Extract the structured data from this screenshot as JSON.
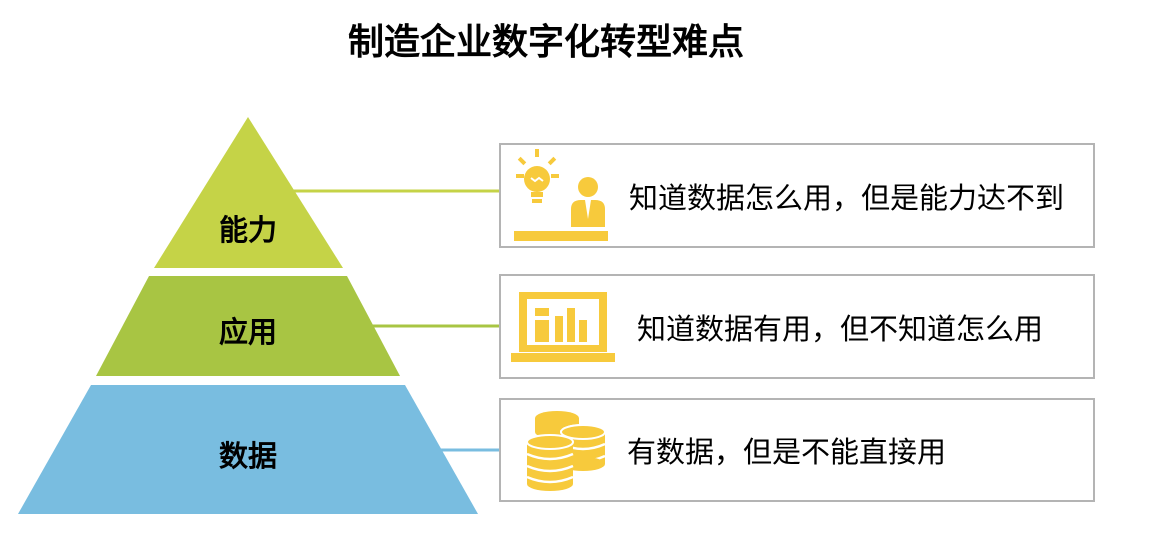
{
  "title": "制造企业数字化转型难点",
  "pyramid": {
    "tiers": [
      {
        "label": "能力",
        "color": "#c5d347"
      },
      {
        "label": "应用",
        "color": "#a8c543"
      },
      {
        "label": "数据",
        "color": "#79bde0"
      }
    ]
  },
  "cards": [
    {
      "text": "知道数据怎么用，但是能力达不到",
      "icon": "lightbulb-person-icon"
    },
    {
      "text": "知道数据有用，但不知道怎么用",
      "icon": "bar-chart-board-icon"
    },
    {
      "text": "有数据，但是不能直接用",
      "icon": "coin-stacks-icon"
    }
  ],
  "colors": {
    "icon": "#f7ca3c",
    "border": "#b4b4b4",
    "connector_top": "#c5d347",
    "connector_mid": "#a8c543",
    "connector_bottom": "#79bde0"
  }
}
